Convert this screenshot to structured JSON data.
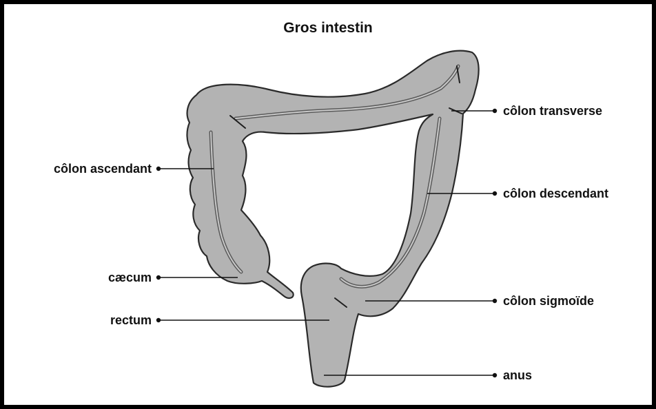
{
  "title": "Gros intestin",
  "labels": {
    "transverse": "côlon transverse",
    "ascendant": "côlon ascendant",
    "descendant": "côlon descendant",
    "caecum": "cæcum",
    "sigmoide": "côlon sigmoïde",
    "rectum": "rectum",
    "anus": "anus"
  },
  "colors": {
    "organ_fill": "#b3b3b3",
    "outline": "#2a2a2a",
    "border": "#000000"
  }
}
